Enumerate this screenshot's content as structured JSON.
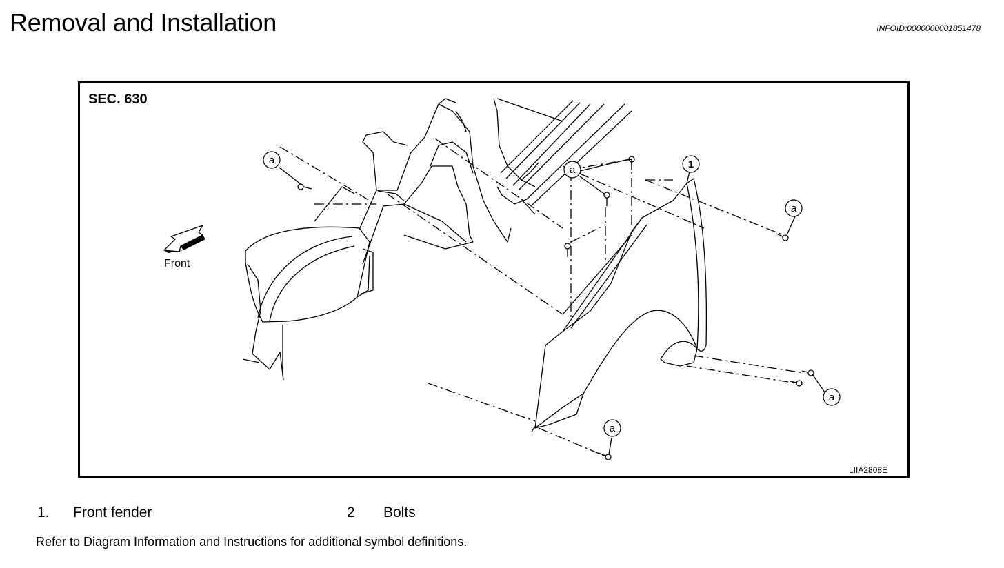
{
  "header": {
    "title": "Removal and Installation",
    "info_id": "INFOID:0000000001851478"
  },
  "figure": {
    "section": "SEC. 630",
    "direction_label": "Front",
    "callout_part": "1",
    "callout_bolt": "a",
    "figure_code": "LIIA2808E"
  },
  "legend": [
    {
      "num": "1.",
      "label": "Front fender"
    },
    {
      "num": "2",
      "label": "Bolts"
    }
  ],
  "footer": {
    "note": "Refer to Diagram Information and Instructions for additional symbol definitions."
  }
}
